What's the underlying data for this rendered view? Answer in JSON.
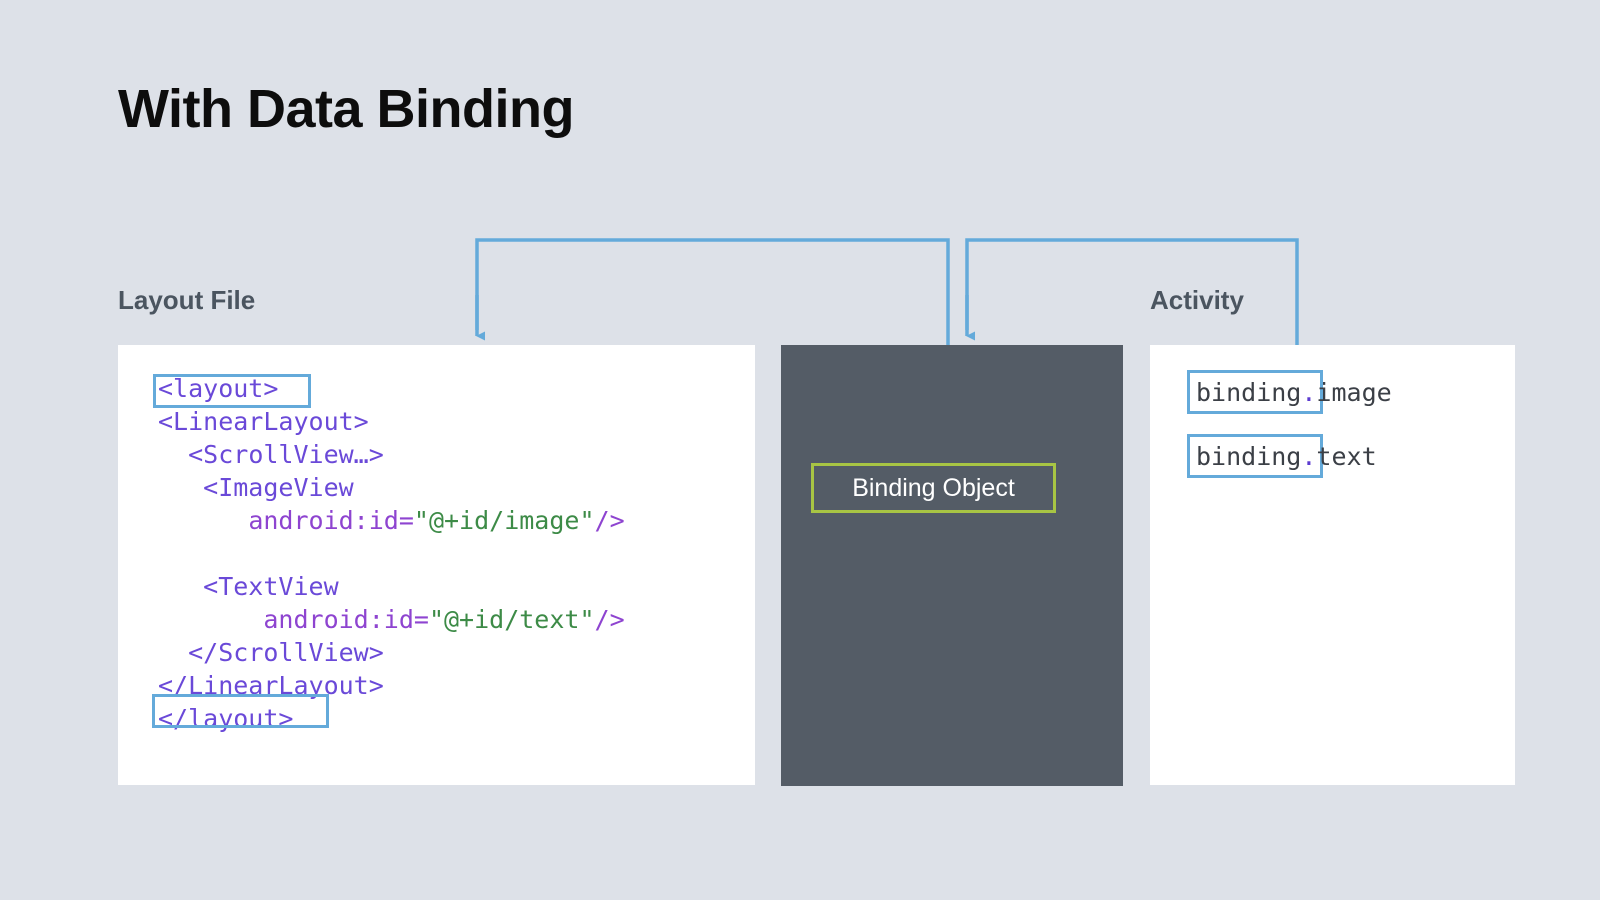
{
  "title": "With Data Binding",
  "colors": {
    "background": "#dde1e8",
    "panel_light": "#ffffff",
    "panel_dark": "#545c66",
    "heading": "#4b5560",
    "highlight_blue": "#64aada",
    "highlight_green": "#a8c544",
    "connector_blue": "#64aada",
    "code_tag": "#6a49d8",
    "code_attr": "#8e44d0",
    "code_string": "#3d8b47"
  },
  "columns": {
    "layout_heading": "Layout File",
    "activity_heading": "Activity"
  },
  "layout_file": {
    "lines": [
      {
        "indent": "",
        "parts": [
          {
            "text": "<layout>",
            "type": "tag"
          }
        ],
        "highlighted": true
      },
      {
        "indent": "",
        "parts": [
          {
            "text": "<LinearLayout>",
            "type": "tag"
          }
        ],
        "highlighted": false
      },
      {
        "indent": "  ",
        "parts": [
          {
            "text": "<ScrollView…>",
            "type": "tag"
          }
        ],
        "highlighted": false
      },
      {
        "indent": "   ",
        "parts": [
          {
            "text": "<ImageView",
            "type": "tag"
          }
        ],
        "highlighted": false
      },
      {
        "indent": "      ",
        "parts": [
          {
            "text": "android:id=",
            "type": "attr"
          },
          {
            "text": "\"@+id/image\"",
            "type": "string"
          },
          {
            "text": "/>",
            "type": "attr"
          }
        ],
        "highlighted": false
      },
      {
        "indent": "",
        "parts": [
          {
            "text": "",
            "type": "tag"
          }
        ],
        "highlighted": false
      },
      {
        "indent": "   ",
        "parts": [
          {
            "text": "<TextView",
            "type": "tag"
          }
        ],
        "highlighted": false
      },
      {
        "indent": "       ",
        "parts": [
          {
            "text": "android:id=",
            "type": "attr"
          },
          {
            "text": "\"@+id/text\"",
            "type": "string"
          },
          {
            "text": "/>",
            "type": "attr"
          }
        ],
        "highlighted": false
      },
      {
        "indent": "  ",
        "parts": [
          {
            "text": "</ScrollView>",
            "type": "tag"
          }
        ],
        "highlighted": false
      },
      {
        "indent": "",
        "parts": [
          {
            "text": "</LinearLayout>",
            "type": "tag"
          }
        ],
        "highlighted": false
      },
      {
        "indent": "",
        "parts": [
          {
            "text": "</layout>",
            "type": "tag"
          }
        ],
        "highlighted": true
      }
    ],
    "highlight_open_tag": "<layout>",
    "highlight_close_tag": "</layout>"
  },
  "binding_object": {
    "label": "Binding Object"
  },
  "activity": {
    "lines": [
      {
        "boxed": "binding",
        "dot": ".",
        "rest": "image"
      },
      {
        "boxed": "binding",
        "dot": ".",
        "rest": "text"
      }
    ]
  },
  "connectors": [
    {
      "name": "layout-to-binding-object",
      "from": "layout-file-panel",
      "to": "binding-object-panel",
      "arrow_at": "layout-file-panel"
    },
    {
      "name": "activity-to-binding-object",
      "from": "activity-panel",
      "to": "binding-object-panel",
      "arrow_at": "binding-object-panel"
    }
  ]
}
